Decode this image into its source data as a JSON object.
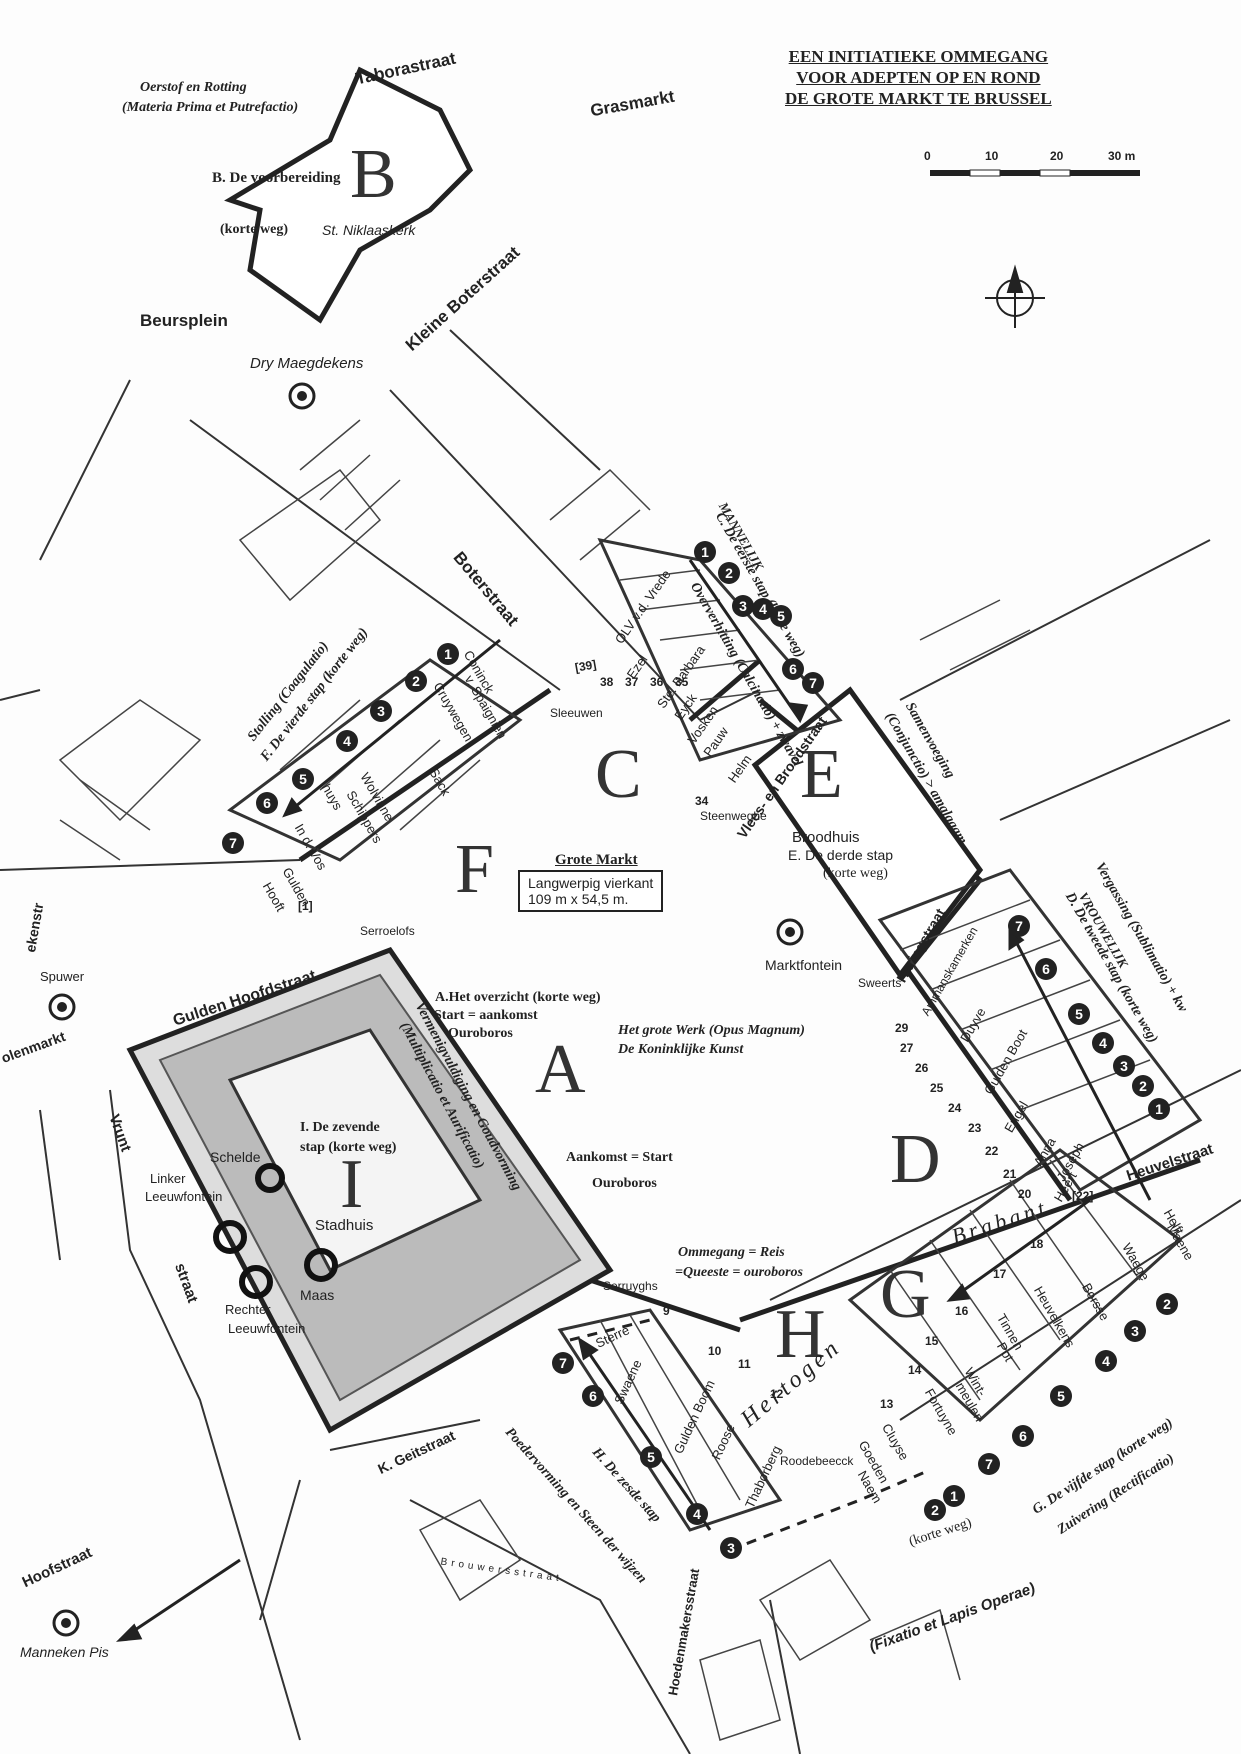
{
  "title": {
    "line1": "EEN INITIATIEKE OMMEGANG",
    "line2": "VOOR ADEPTEN OP EN ROND",
    "line3": "DE GROTE MARKT TE BRUSSEL"
  },
  "scale": {
    "ticks": [
      "0",
      "10",
      "20",
      "30 m"
    ]
  },
  "zones": {
    "a": "A",
    "b": "B",
    "c": "C",
    "d": "D",
    "e": "E",
    "f": "F",
    "g": "G",
    "h": "H",
    "i": "I"
  },
  "streets": {
    "taborastraat": "Taborastraat",
    "grasmarkt": "Grasmarkt",
    "beursplein": "Beursplein",
    "kleine_boterstraat": "Kleine Boterstraat",
    "boterstraat": "Boterstraat",
    "vlees_broodstraat": "Vlees- en Broodstraat",
    "haringstraat": "Haringstraat",
    "gulden_hoofdstraat": "Gulden Hoofdstraat",
    "kolenmarkt": "olenmarkt",
    "lakenstr": "ekenstr",
    "vrunt_straat_a": "Vrunt",
    "vrunt_straat_b": "straat",
    "k_geitstraat": "K. Geitstraat",
    "heuvelstraat": "Heuvelstraat",
    "brabant": "Brabant",
    "hertogen": "Hertogen",
    "hoedenmakersstraat": "Hoedenmakersstraat",
    "stoofstraat": "Hoofstraat",
    "brouwersstraat": "Brouwersstraat"
  },
  "places": {
    "sint_niklaaskerk": "St. Niklaaskerk",
    "dry_maegdekens": "Dry Maegdekens",
    "grote_markt": "Grote Markt",
    "markt_box_line1": "Langwerpig vierkant",
    "markt_box_line2": "109 m x 54,5 m.",
    "broodhuis": "Broodhuis",
    "marktfontein": "Marktfontein",
    "stadhuis": "Stadhuis",
    "schelde": "Schelde",
    "maas": "Maas",
    "linker_leeuw_a": "Linker",
    "linker_leeuw_b": "Leeuwfontein",
    "rechter_leeuw_a": "Rechter",
    "rechter_leeuw_b": "Leeuwfontein",
    "manneken_pis": "Manneken Pis",
    "spuwer": "Spuwer",
    "sleeuwen": "Sleeuwen",
    "steenweghe": "Steenweghe",
    "serroelofs": "Serroelofs",
    "sweerts": "Sweerts",
    "serruyghs": "Serruyghs",
    "roodebeecck": "Roodebeecck"
  },
  "houses": {
    "olv": "OLV v.d. Vrede",
    "ezel": "Ezel",
    "ste_barbara": "Ste. Barbara",
    "eyck": "Eyck",
    "vosken": "Vosken",
    "pauw": "Pauw",
    "helm": "Helm",
    "coninck": "Coninck",
    "spaignien": "v. Spaignien",
    "cruywegen": "Cruywegen",
    "sack": "Sack",
    "wolvinne": "Wolvinne",
    "schippers": "Schippers",
    "huys": "huys",
    "in_d_vos": "In d. Vos",
    "gulden": "Gulden",
    "hooft": "Hooft",
    "ammanskamerken": "Ammanskamerken",
    "duyve": "Duyve",
    "gulden_boot": "Gulden Boot",
    "engel": "Engel",
    "anna": "Anna",
    "joseph": "Joseph",
    "heert": "Heert",
    "helft": "Helft",
    "maene": "Maene",
    "waege": "Waege",
    "borsse": "Borsse",
    "heuvelkens": "Heuvelkens",
    "tinnen": "Tinnen",
    "pot": "Pot",
    "wint": "Wint-",
    "meulen": "meulen",
    "fortuyne": "Fortuyne",
    "cluyse": "Cluyse",
    "goeden": "Goeden",
    "naem": "Naem",
    "sterre": "Sterre",
    "swaene": "Swaene",
    "gulden_boom": "Gulden Boom",
    "roose": "Roose",
    "thaborberg": "Thaborberg"
  },
  "house_numbers": {
    "c_row": [
      "[39]",
      "38",
      "37",
      "36",
      "35",
      "34"
    ],
    "d_row": [
      "29",
      "27",
      "26",
      "25",
      "24",
      "23",
      "22",
      "21",
      "20"
    ],
    "g_row": [
      "[22]",
      "18",
      "17",
      "16",
      "15",
      "14",
      "13"
    ],
    "h_row": [
      "9",
      "10",
      "11",
      "12"
    ],
    "f_bracket": "[1]"
  },
  "steps": {
    "a_line1": "A.Het overzicht (korte weg)",
    "a_line2": "Start = aankomst",
    "a_line3": "Ouroboros",
    "b_line1": "B. De voorbereiding",
    "b_line2": "(korte weg)",
    "b_top1": "Oerstof en Rotting",
    "b_top2": "(Materia Prima et Putrefactio)",
    "c_line1": "Oververhitting (Calcinatio) + zwavel",
    "c_line2": "MANNELIJK",
    "c_line3": "C. De eerste stap (korte weg)",
    "d_line1": "Vergassing (Sublimatio) + kw",
    "d_line2": "VROUWELIJK",
    "d_line3": "D. De tweede stap (korte weg)",
    "e_line1": "Samenvoeging",
    "e_line2": "(Conjunctio) > amalgaam",
    "e_line3": "E. De derde stap",
    "e_line4": "(korte weg)",
    "f_line1": "Stolling (Coagulatio)",
    "f_line2": "F. De vierde stap (korte weg)",
    "g_line1": "G. De vijfde stap (korte weg)",
    "g_line2": "Zuivering (Rectificatio)",
    "h_line1": "H. De zesde stap",
    "h_line2": "Poedervorming en Steen der wijzen",
    "i_line1": "I. De zevende",
    "i_line2": "stap (korte weg)",
    "i_side1": "Vermenigvuldiging en Goudvorming",
    "i_side2": "(Multiplicatio et Aurificatio)",
    "center1": "Het grote Werk (Opus Magnum)",
    "center2": "De Koninklijke Kunst",
    "aankomst": "Aankomst = Start",
    "ouroboros2": "Ouroboros",
    "ommegang1": "Ommegang = Reis",
    "ommegang2": "=Queeste = ouroboros",
    "korte_weg": "(korte weg)",
    "fixatio": "(Fixatio et Lapis Operae)"
  },
  "step_numbers": [
    "1",
    "2",
    "3",
    "4",
    "5",
    "6",
    "7"
  ]
}
